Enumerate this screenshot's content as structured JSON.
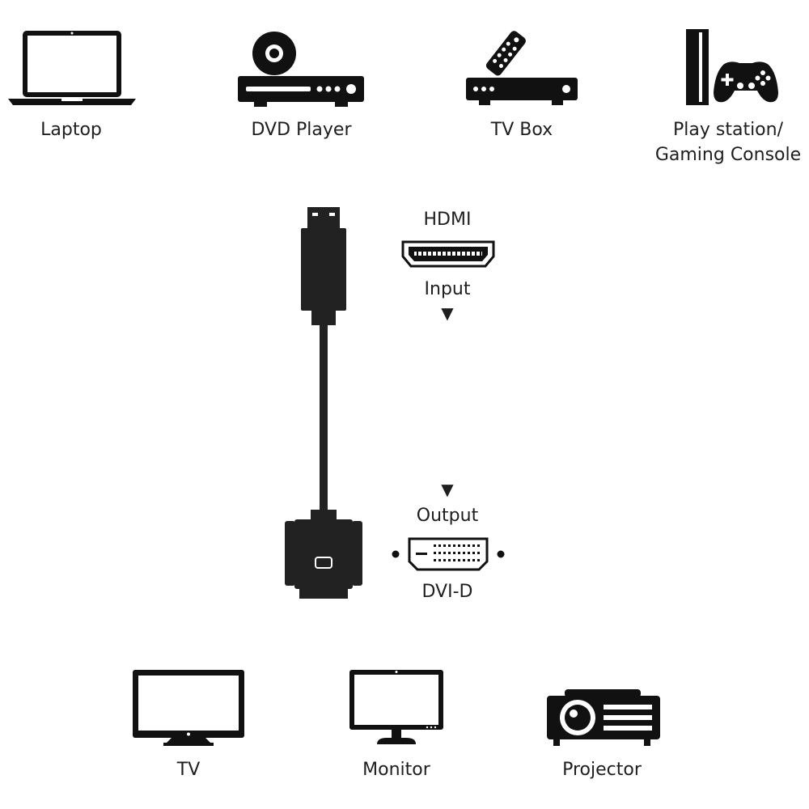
{
  "sources": [
    {
      "id": "laptop",
      "label": "Laptop",
      "icon": "laptop-icon"
    },
    {
      "id": "dvd",
      "label": "DVD Player",
      "icon": "dvd-player-icon"
    },
    {
      "id": "tvbox",
      "label": "TV Box",
      "icon": "tv-box-icon"
    },
    {
      "id": "console",
      "label_line1": "Play station/",
      "label_line2": "Gaming Console",
      "icon": "gaming-console-icon"
    }
  ],
  "cable": {
    "input_type": "HDMI",
    "input_label": "Input",
    "output_label": "Output",
    "output_type": "DVI-D",
    "input_icon": "hdmi-port-icon",
    "output_icon": "dvi-d-port-icon",
    "arrow": "▼"
  },
  "displays": [
    {
      "id": "tv",
      "label": "TV",
      "icon": "tv-icon"
    },
    {
      "id": "monitor",
      "label": "Monitor",
      "icon": "monitor-icon"
    },
    {
      "id": "projector",
      "label": "Projector",
      "icon": "projector-icon"
    }
  ],
  "colors": {
    "icon": "#111111",
    "cable": "#222222",
    "text": "#1e1e1e"
  }
}
